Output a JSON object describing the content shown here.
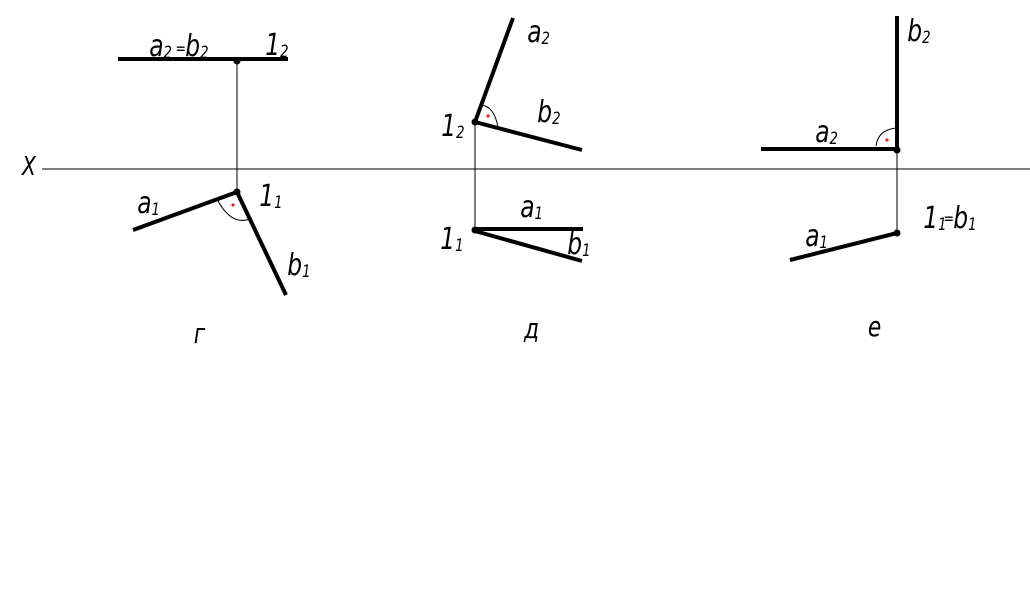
{
  "axis": {
    "label": "X"
  },
  "figures": [
    {
      "id": "g",
      "caption": "г",
      "caption_color": "#1a3d1a",
      "labels": {
        "a2": "a",
        "a2_sub": "2",
        "eq": "=",
        "b2": "b",
        "b2_sub": "2",
        "p12": "1",
        "p12_sub": "2",
        "a1": "a",
        "a1_sub": "1",
        "p11": "1",
        "p11_sub": "1",
        "b1": "b",
        "b1_sub": "1"
      }
    },
    {
      "id": "d",
      "caption": "д",
      "caption_color": "#000000",
      "labels": {
        "a2": "a",
        "a2_sub": "2",
        "b2": "b",
        "b2_sub": "2",
        "p12": "1",
        "p12_sub": "2",
        "a1": "a",
        "a1_sub": "1",
        "p11": "1",
        "p11_sub": "1",
        "b1": "b",
        "b1_sub": "1"
      }
    },
    {
      "id": "e",
      "caption": "е",
      "caption_color": "#000000",
      "labels": {
        "b2": "b",
        "b2_sub": "2",
        "a2": "a",
        "a2_sub": "2",
        "p11": "1",
        "p11_sub": "1",
        "eq": "=",
        "b1": "b",
        "b1_sub": "1",
        "a1": "a",
        "a1_sub": "1"
      }
    }
  ],
  "colors": {
    "line": "#000000",
    "right_angle_mark": "#e02020"
  }
}
